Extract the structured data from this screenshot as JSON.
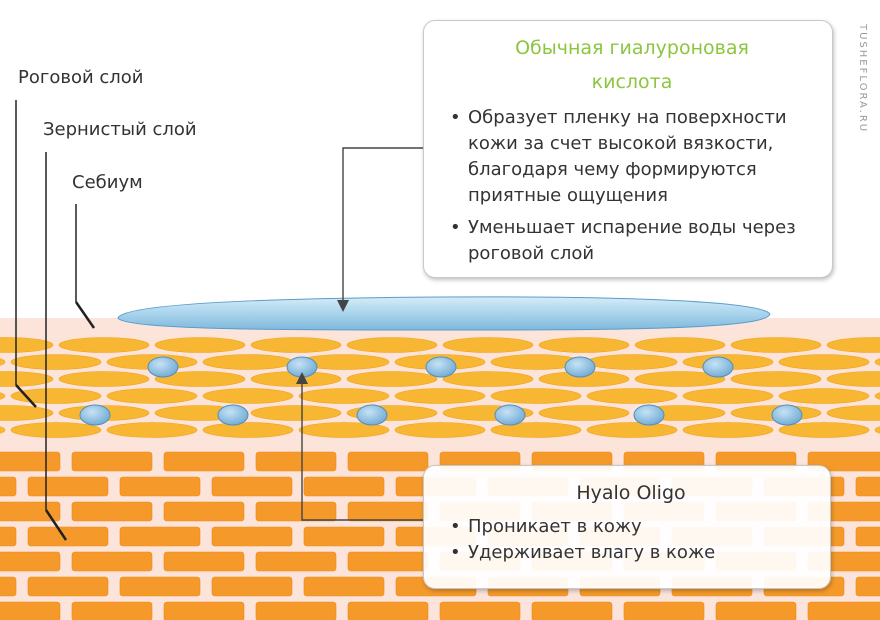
{
  "labels": {
    "stratum_corneum": "Роговой слой",
    "stratum_granulosum": "Зернистый слой",
    "sebum": "Себиум"
  },
  "box_regular": {
    "title": "Обычная гиалуроновая кислота",
    "title_color": "#8cc63f",
    "points": [
      "Образует пленку на поверхности кожи за счет высокой вязкости, благодаря чему формируются приятные ощущения",
      "Уменьшает испарение воды через роговой слой"
    ]
  },
  "box_oligo": {
    "title": "Hyalo Oligo",
    "points": [
      "Проникает в кожу",
      "Удерживает влагу в коже"
    ]
  },
  "watermark": "TUSHEFLORA.RU",
  "colors": {
    "skin_pink": "#fde4db",
    "cell_yellow": "#f7b733",
    "brick_orange": "#f59a2a",
    "film_blue": "#a9d4ec",
    "droplet_blue": "#8cc3e6"
  }
}
